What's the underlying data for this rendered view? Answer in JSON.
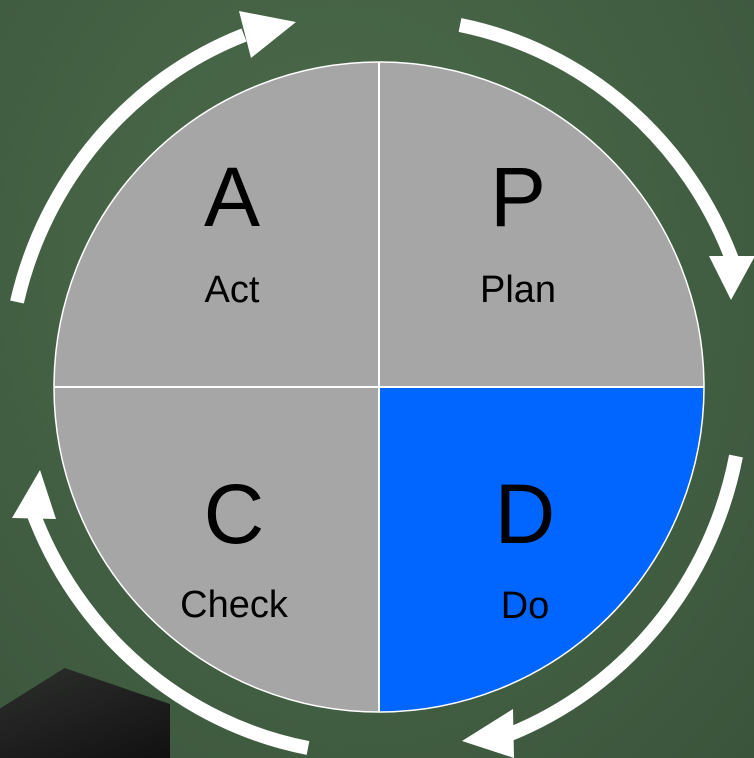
{
  "quadrants": {
    "act": {
      "letter": "A",
      "label": "Act",
      "color": "#a6a6a6"
    },
    "plan": {
      "letter": "P",
      "label": "Plan",
      "color": "#a6a6a6"
    },
    "check": {
      "letter": "C",
      "label": "Check",
      "color": "#a6a6a6"
    },
    "do": {
      "letter": "D",
      "label": "Do",
      "color": "#0066ff"
    }
  },
  "colors": {
    "background": "#456245",
    "arrow": "#ffffff",
    "divider": "#ffffff"
  }
}
